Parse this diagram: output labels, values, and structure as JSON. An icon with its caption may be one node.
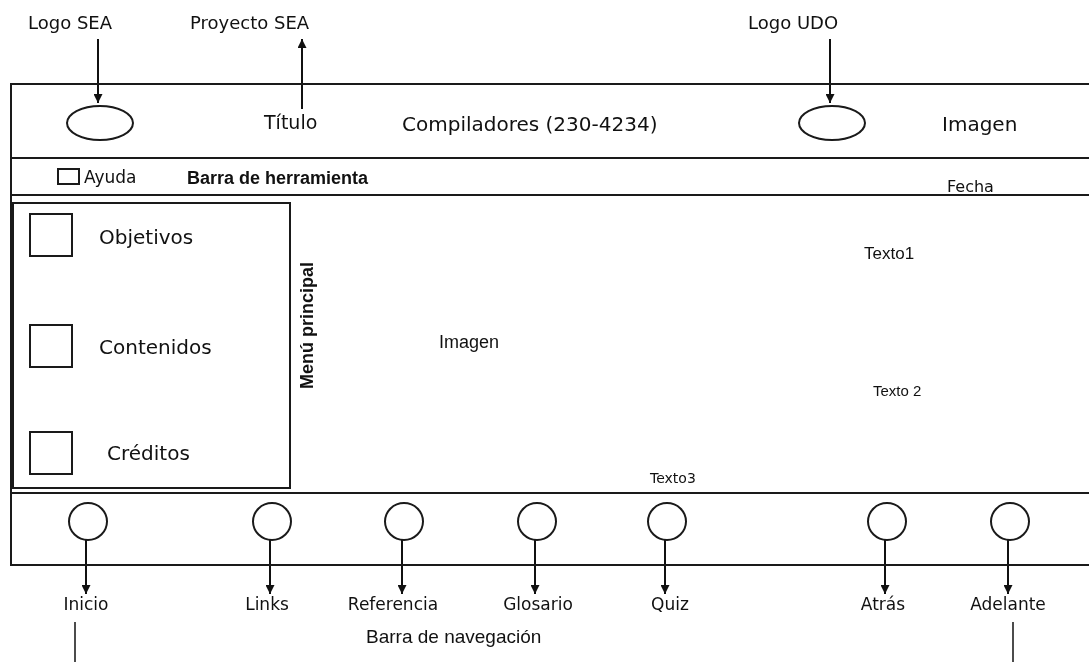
{
  "diagram": {
    "nodes": [
      {
        "text": [
          "Logo SEA"
        ]
      },
      {
        "text": [
          "Proyecto SEA"
        ]
      },
      {
        "text": [
          "Logo UDO"
        ]
      },
      {
        "text": [
          "Compiladores (230-4234)",
          "Imagen"
        ]
      },
      {
        "text": [],
        "shape": "ellipse",
        "in": 3
      },
      {
        "text": [
          "Título"
        ],
        "in": 3
      },
      {
        "text": [],
        "shape": "ellipse",
        "in": 3
      },
      {
        "text": [
          "Barra de herramienta",
          "Fecha"
        ]
      },
      {
        "text": [],
        "shape": "box",
        "in": 7,
        "beside": [
          "Ayuda"
        ]
      },
      {
        "text": [
          "Menú principal",
          "Imagen",
          "Texto1",
          "Texto 2",
          "Texto3"
        ]
      },
      {
        "text": [],
        "shape": "box",
        "in": 9
      },
      {
        "text": [],
        "shape": "box",
        "in": 10,
        "beside": [
          "Objetivos"
        ]
      },
      {
        "text": [],
        "shape": "box",
        "in": 10,
        "beside": [
          "Contenidos"
        ]
      },
      {
        "text": [],
        "shape": "box",
        "in": 10,
        "beside": [
          "Créditos"
        ]
      },
      {
        "text": [],
        "shape": "box"
      },
      {
        "text": [],
        "shape": "circle",
        "in": 14
      },
      {
        "text": [],
        "shape": "circle",
        "in": 14
      },
      {
        "text": [],
        "shape": "circle",
        "in": 14
      },
      {
        "text": [],
        "shape": "circle",
        "in": 14
      },
      {
        "text": [],
        "shape": "circle",
        "in": 14
      },
      {
        "text": [],
        "shape": "circle",
        "in": 14
      },
      {
        "text": [],
        "shape": "circle",
        "in": 14
      },
      {
        "text": [
          "Inicio"
        ]
      },
      {
        "text": [
          "Links"
        ]
      },
      {
        "text": [
          "Referencia"
        ]
      },
      {
        "text": [
          "Glosario"
        ]
      },
      {
        "text": [
          "Quiz"
        ]
      },
      {
        "text": [
          "Atrás"
        ]
      },
      {
        "text": [
          "Adelante"
        ]
      }
    ],
    "edges": [
      {
        "from": 0,
        "to": 4,
        "arrow": "to"
      },
      {
        "from": 5,
        "to": 1,
        "arrow": "to"
      },
      {
        "from": 2,
        "to": 6,
        "arrow": "to"
      },
      {
        "from": 15,
        "to": 22,
        "arrow": "to"
      },
      {
        "from": 16,
        "to": 23,
        "arrow": "to"
      },
      {
        "from": 17,
        "to": 24,
        "arrow": "to"
      },
      {
        "from": 18,
        "to": 25,
        "arrow": "to"
      },
      {
        "from": 19,
        "to": 26,
        "arrow": "to"
      },
      {
        "from": 20,
        "to": 27,
        "arrow": "to"
      },
      {
        "from": 21,
        "to": 28,
        "arrow": "to"
      }
    ],
    "labels": [
      "Barra de navegación"
    ]
  }
}
